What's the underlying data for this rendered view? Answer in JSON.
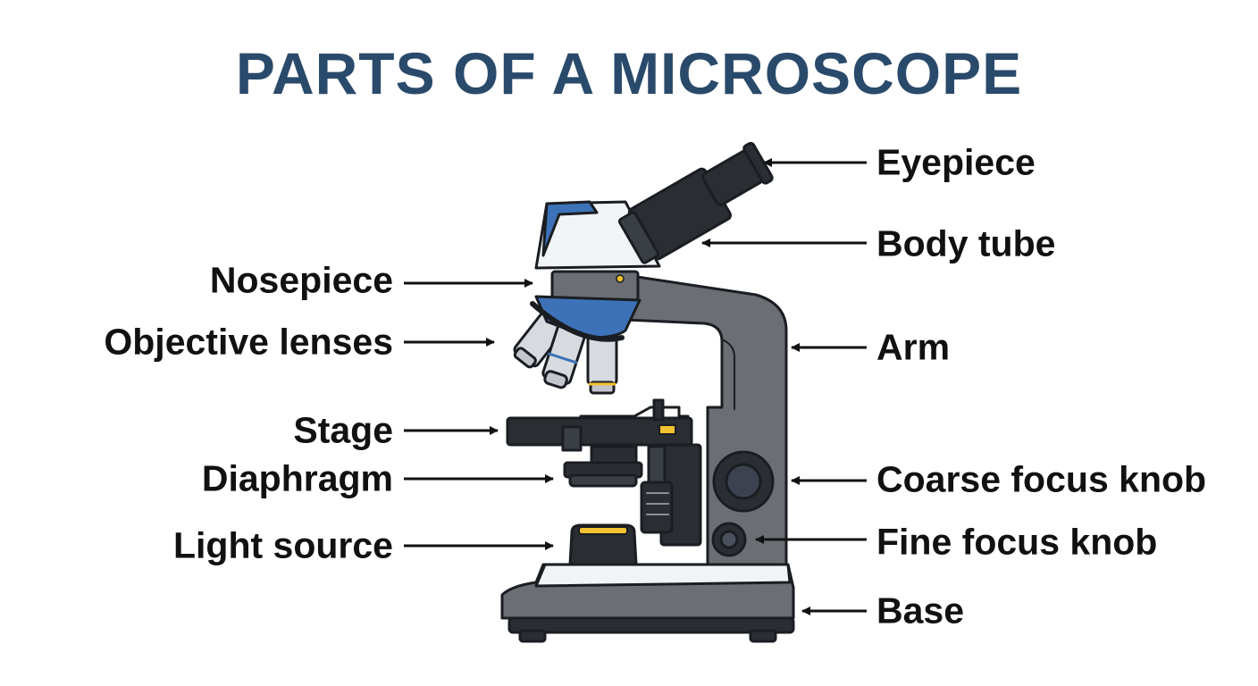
{
  "title": "PARTS OF A MICROSCOPE",
  "colors": {
    "title": "#2a4a6b",
    "accent_blue": "#3d72b8",
    "body_gray": "#6b6e72",
    "dark": "#2a2e33",
    "light_gray": "#c9ccd0",
    "lamp_yellow": "#f2c230",
    "outline": "#1a1d21"
  },
  "labels": {
    "left": [
      {
        "id": "nosepiece",
        "text": "Nosepiece"
      },
      {
        "id": "objective_lenses",
        "text": "Objective lenses"
      },
      {
        "id": "stage",
        "text": "Stage"
      },
      {
        "id": "diaphragm",
        "text": "Diaphragm"
      },
      {
        "id": "light_source",
        "text": "Light source"
      }
    ],
    "right": [
      {
        "id": "eyepiece",
        "text": "Eyepiece"
      },
      {
        "id": "body_tube",
        "text": "Body tube"
      },
      {
        "id": "arm",
        "text": "Arm"
      },
      {
        "id": "coarse_focus_knob",
        "text": "Coarse focus knob"
      },
      {
        "id": "fine_focus_knob",
        "text": "Fine focus knob"
      },
      {
        "id": "base",
        "text": "Base"
      }
    ]
  }
}
